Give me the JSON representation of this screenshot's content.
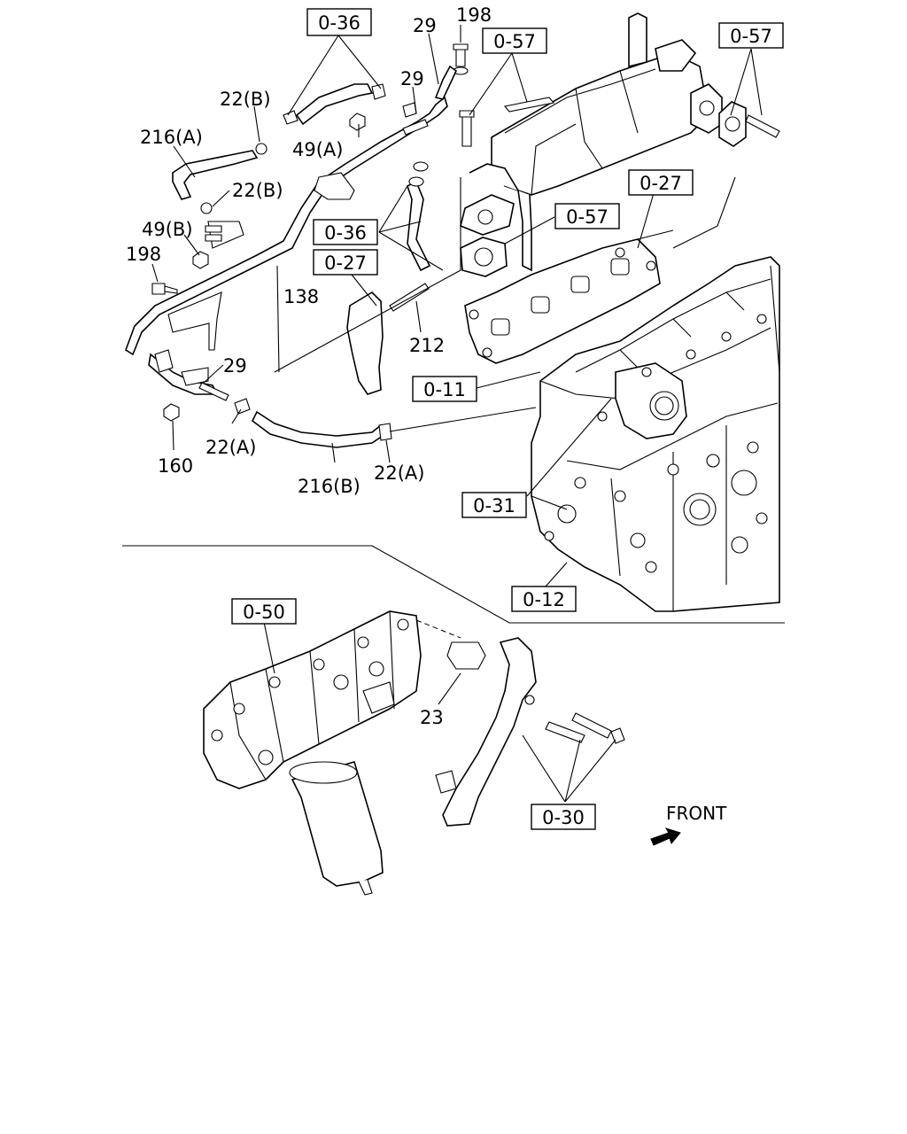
{
  "labels": {
    "ref_0_36_top": "0-36",
    "ref_0_36_mid": "0-36",
    "ref_0_57_top": "0-57",
    "ref_0_57_right": "0-57",
    "ref_0_57_mid": "0-57",
    "ref_0_27_right": "0-27",
    "ref_0_27_left": "0-27",
    "ref_0_11": "0-11",
    "ref_0_31": "0-31",
    "ref_0_12": "0-12",
    "ref_0_50": "0-50",
    "ref_0_30": "0-30",
    "p29_a": "29",
    "p29_b": "29",
    "p29_c": "29",
    "p198_a": "198",
    "p198_b": "198",
    "p22b_a": "22(B)",
    "p22b_b": "22(B)",
    "p216a": "216(A)",
    "p49a": "49(A)",
    "p49b": "49(B)",
    "p138": "138",
    "p212": "212",
    "p160": "160",
    "p22a_a": "22(A)",
    "p22a_b": "22(A)",
    "p216b": "216(B)",
    "p23": "23",
    "front": "FRONT"
  }
}
